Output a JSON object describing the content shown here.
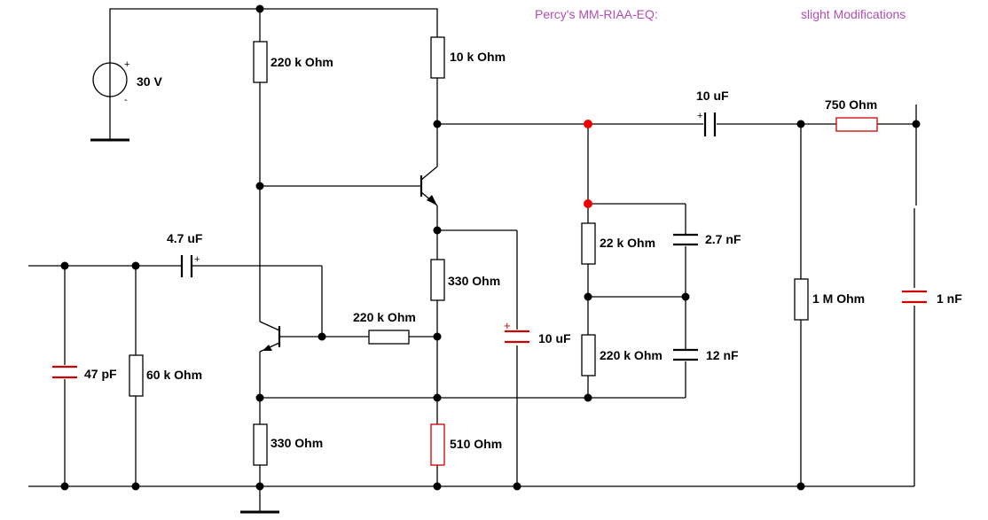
{
  "title_left": "Percy's MM-RIAA-EQ:",
  "title_right": "slight Modifications",
  "components": {
    "supply": "30 V",
    "r_220k_top": "220 k Ohm",
    "r_10k": "10 k Ohm",
    "c_10uF_out": "10 uF",
    "r_750": "750  Ohm",
    "c_4_7uF": "4.7 uF",
    "r_22k": "22 k Ohm",
    "c_2_7nF": "2.7 nF",
    "r_330_emitter": "330  Ohm",
    "r_220k_fb": "220 k Ohm",
    "c_10uF_bypass": "10 uF",
    "r_1M": "1 M Ohm",
    "c_1nF": "1 nF",
    "r_220k_mid": "220 k Ohm",
    "c_12nF": "12 nF",
    "c_47pF": "47 pF",
    "r_60k": "60 k Ohm",
    "r_330_bottom": "330  Ohm",
    "r_510": "510  Ohm"
  },
  "symbols": {
    "plus": "+",
    "minus": "-"
  },
  "colors": {
    "wire": "#000000",
    "highlight_component": "#cc0000",
    "highlight_node": "#ee0000",
    "title": "#b04fb0"
  }
}
